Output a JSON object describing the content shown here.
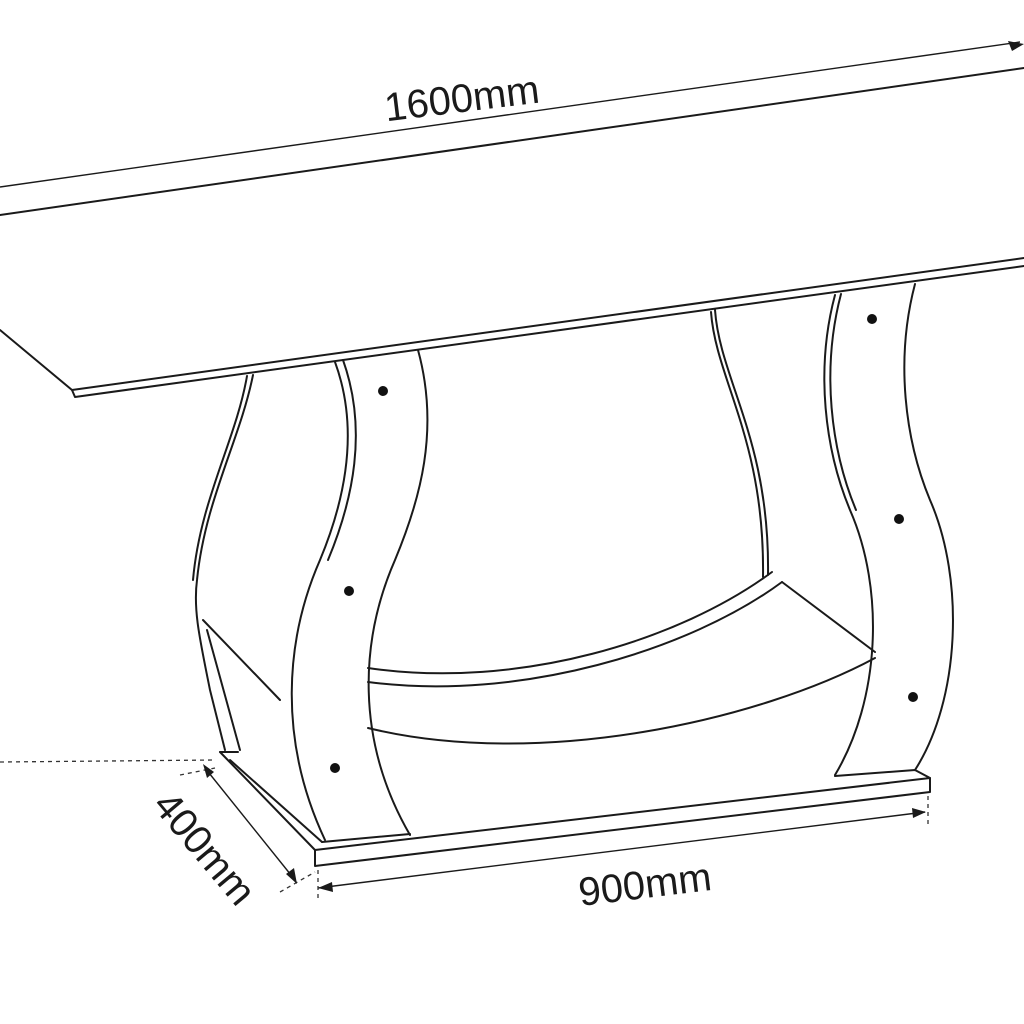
{
  "dimensions": {
    "length": "1600mm",
    "depth": "400mm",
    "base_width": "900mm"
  },
  "colors": {
    "line": "#1a1a1a",
    "background": "#ffffff"
  }
}
